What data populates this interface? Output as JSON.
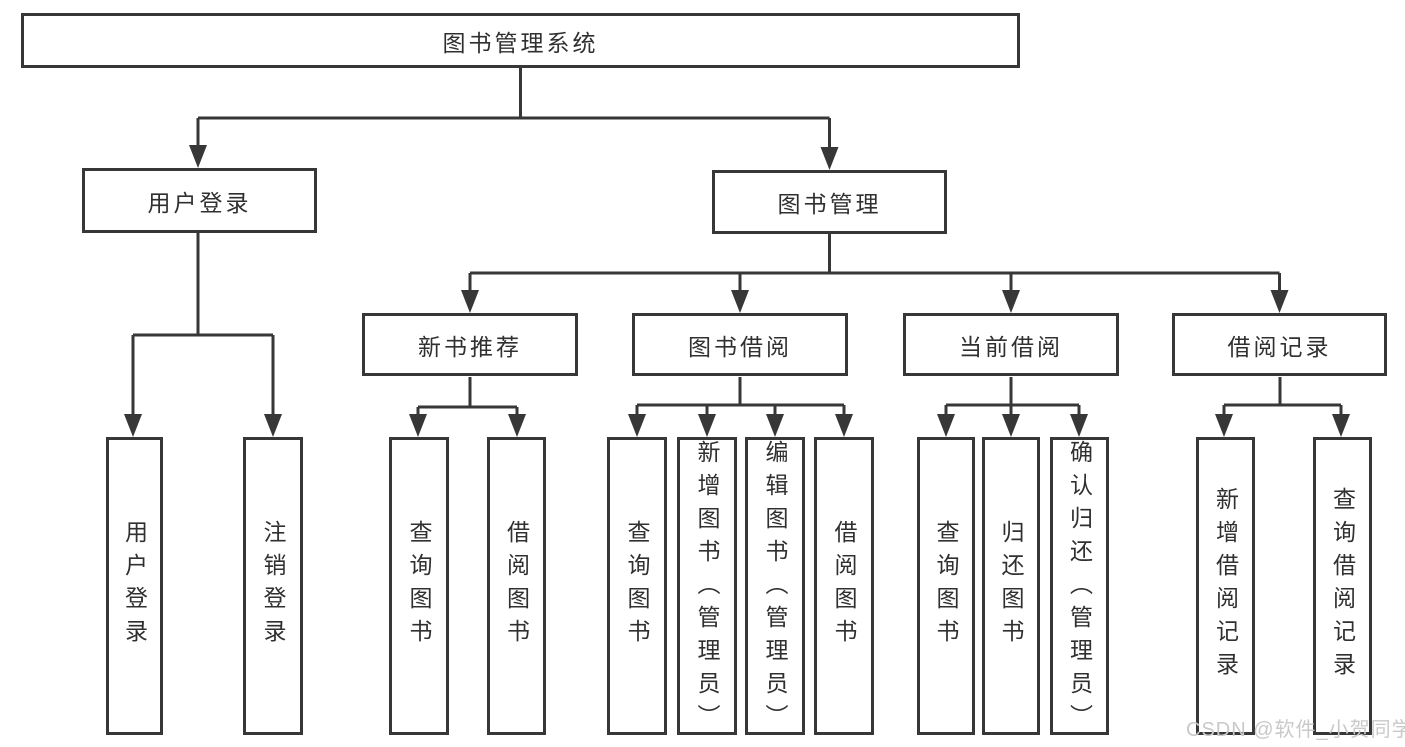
{
  "watermark": "CSDN @软件_小贺同学",
  "colors": {
    "line": "#373737",
    "text": "#303030",
    "background": "#ffffff",
    "watermark": "#c9c9c9"
  },
  "tree": {
    "root": {
      "label": "图书管理系统"
    },
    "branches": [
      {
        "label": "用户登录",
        "children": [
          {
            "label": "用户登录"
          },
          {
            "label": "注销登录"
          }
        ]
      },
      {
        "label": "图书管理",
        "children": [
          {
            "label": "新书推荐",
            "children": [
              {
                "label": "查询图书"
              },
              {
                "label": "借阅图书"
              }
            ]
          },
          {
            "label": "图书借阅",
            "children": [
              {
                "label": "查询图书"
              },
              {
                "label": "新增图书（管理员）"
              },
              {
                "label": "编辑图书（管理员）"
              },
              {
                "label": "借阅图书"
              }
            ]
          },
          {
            "label": "当前借阅",
            "children": [
              {
                "label": "查询图书"
              },
              {
                "label": "归还图书"
              },
              {
                "label": "确认归还（管理员）"
              }
            ]
          },
          {
            "label": "借阅记录",
            "children": [
              {
                "label": "新增借阅记录"
              },
              {
                "label": "查询借阅记录"
              }
            ]
          }
        ]
      }
    ]
  }
}
